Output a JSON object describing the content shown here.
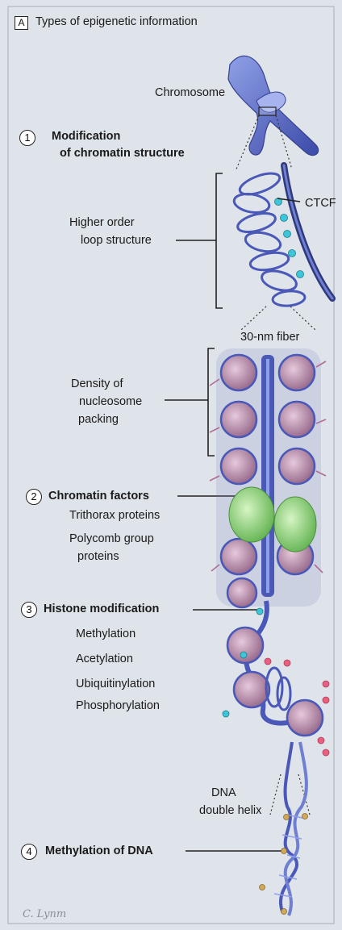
{
  "panel": {
    "letter": "A",
    "title": "Types of epigenetic information"
  },
  "labels": {
    "chromosome": "Chromosome",
    "ctcf": "CTCF",
    "higher_order_1": "Higher order",
    "higher_order_2": "loop structure",
    "fiber": "30-nm fiber",
    "density_1": "Density of",
    "density_2": "nucleosome",
    "density_3": "packing",
    "dna_1": "DNA",
    "dna_2": "double helix"
  },
  "sections": [
    {
      "number": "1",
      "title_lines": [
        "Modification",
        "of chromatin structure"
      ]
    },
    {
      "number": "2",
      "title": "Chromatin factors",
      "items": [
        "Trithorax proteins",
        "Polycomb group",
        "proteins"
      ]
    },
    {
      "number": "3",
      "title": "Histone modification",
      "items": [
        "Methylation",
        "Acetylation",
        "Ubiquitinylation",
        "Phosphorylation"
      ]
    },
    {
      "number": "4",
      "title": "Methylation of DNA"
    }
  ],
  "signature": "C. Lynm",
  "colors": {
    "background": "#dfe3ea",
    "chromatin_blue": "#4a58b8",
    "nucleosome_pink": "#b58aa6",
    "polycomb_green": "#8fd07a",
    "ctcf_cyan": "#3ec6d8",
    "methyl_pink": "#e8607f"
  }
}
